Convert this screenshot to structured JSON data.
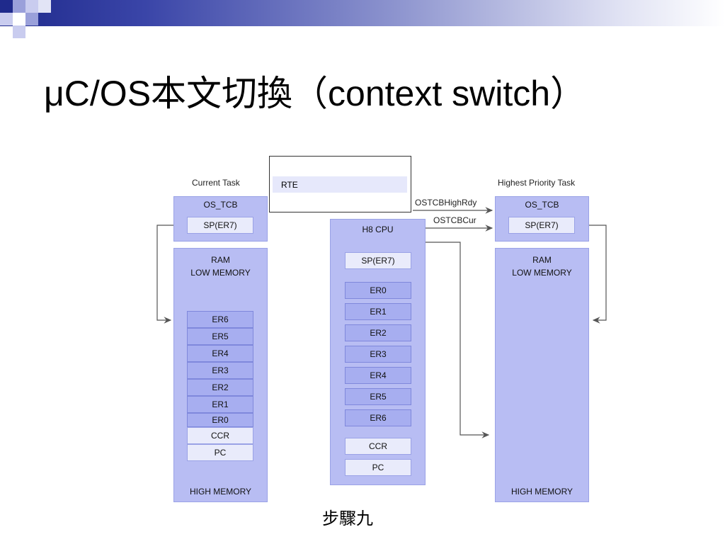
{
  "title": "μC/OS本文切換（context switch）",
  "caption": "步驟九",
  "colors": {
    "panel": "#b8bdf3",
    "cell": "#a7aef0",
    "light_cell": "#e9ebfb",
    "header_dark": "#1f2a8c"
  },
  "current_task": {
    "label": "Current Task",
    "tcb": "OS_TCB",
    "sp": "SP(ER7)",
    "ram_top": "RAM\nLOW MEMORY",
    "ram_bottom": "HIGH MEMORY",
    "stack": [
      "ER6",
      "ER5",
      "ER4",
      "ER3",
      "ER2",
      "ER1",
      "ER0",
      "CCR",
      "PC"
    ]
  },
  "cpu": {
    "label": "H8 CPU",
    "sp": "SP(ER7)",
    "registers": [
      "ER0",
      "ER1",
      "ER2",
      "ER3",
      "ER4",
      "ER5",
      "ER6"
    ],
    "ccr": "CCR",
    "pc": "PC"
  },
  "rte": "RTE",
  "arrows": {
    "high_rdy": "OSTCBHighRdy",
    "cur": "OSTCBCur"
  },
  "highest_task": {
    "label": "Highest Priority Task",
    "tcb": "OS_TCB",
    "sp": "SP(ER7)",
    "ram_top": "RAM\nLOW MEMORY",
    "ram_bottom": "HIGH MEMORY"
  }
}
